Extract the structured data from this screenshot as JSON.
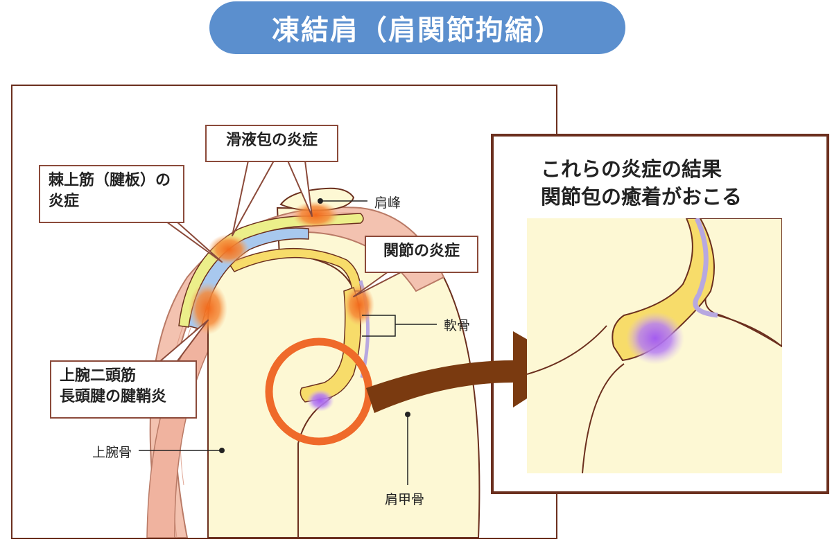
{
  "title": "凍結肩（肩関節拘縮）",
  "callouts": {
    "bursitis": "滑液包の炎症",
    "supraspinatus_line1": "棘上筋（腱板）の",
    "supraspinatus_line2": "炎症",
    "joint": "関節の炎症",
    "biceps_line1": "上腕二頭筋",
    "biceps_line2": "長頭腱の腱鞘炎"
  },
  "labels": {
    "acromion": "肩峰",
    "cartilage": "軟骨",
    "humerus": "上腕骨",
    "scapula": "肩甲骨"
  },
  "result": {
    "line1": "これらの炎症の結果",
    "line2": "関節包の癒着がおこる"
  },
  "colors": {
    "title_bg": "#5b8fce",
    "frame": "#6b2f1e",
    "arrow": "#7a3a10",
    "highlight_circle": "#ef6a2a",
    "bone": "#fdf8d4",
    "cartilage": "#f7dc6a",
    "muscle": "#f3c2b0",
    "inflammation": "#f26a1b",
    "adhesion": "#a45cf0"
  }
}
